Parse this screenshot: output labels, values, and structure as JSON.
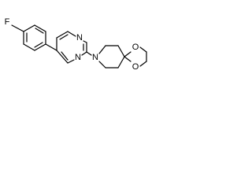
{
  "structure": {
    "atom_labels": {
      "fluorine": "F",
      "pyrimidine_n_upper": "N",
      "pyrimidine_n_lower": "N",
      "piperidine_n": "N",
      "dioxolane_o_upper": "O",
      "dioxolane_o_lower": "O"
    },
    "line_color": "#000000"
  }
}
